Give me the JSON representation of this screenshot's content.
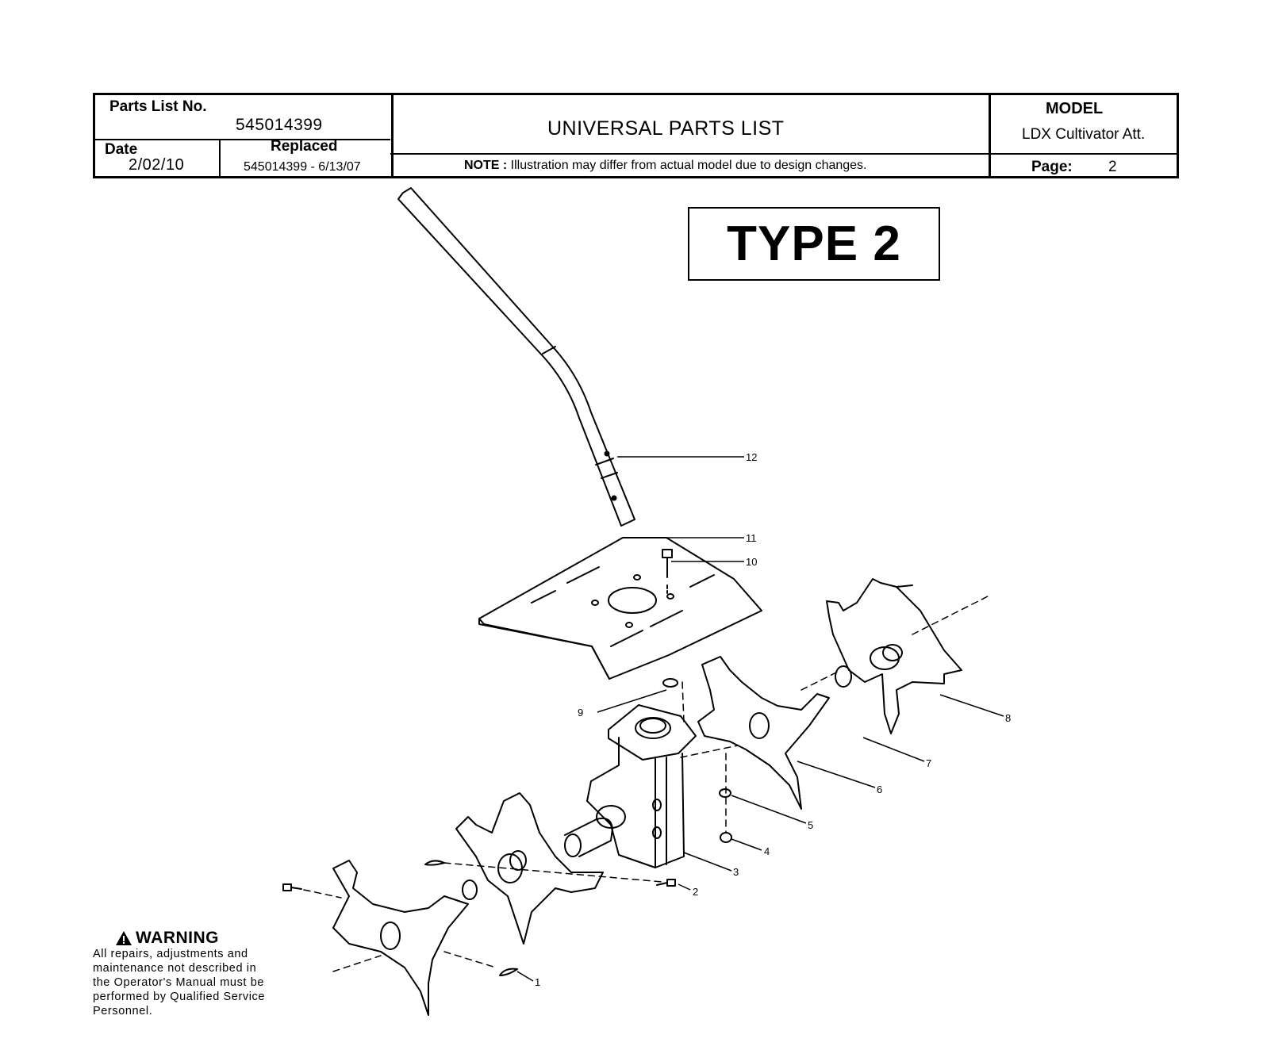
{
  "header": {
    "parts_list_label": "Parts List No.",
    "parts_list_no": "545014399",
    "title": "UNIVERSAL PARTS LIST",
    "model_label": "MODEL",
    "model_value": "LDX Cultivator Att.",
    "date_label": "Date",
    "date_value": "2/02/10",
    "replaced_label": "Replaced",
    "replaced_value": "545014399 - 6/13/07",
    "note_label": "NOTE :",
    "note_text": " Illustration may differ from actual model due to design changes.",
    "page_label": "Page:",
    "page_value": "2"
  },
  "type_label": "TYPE 2",
  "callouts": [
    "1",
    "2",
    "3",
    "4",
    "5",
    "6",
    "7",
    "8",
    "9",
    "10",
    "11",
    "12"
  ],
  "warning": {
    "title": "WARNING",
    "lines": [
      "All repairs, adjustments and",
      "maintenance not described in",
      "the Operator's Manual must be",
      "performed by Qualified Service",
      "Personnel."
    ]
  }
}
